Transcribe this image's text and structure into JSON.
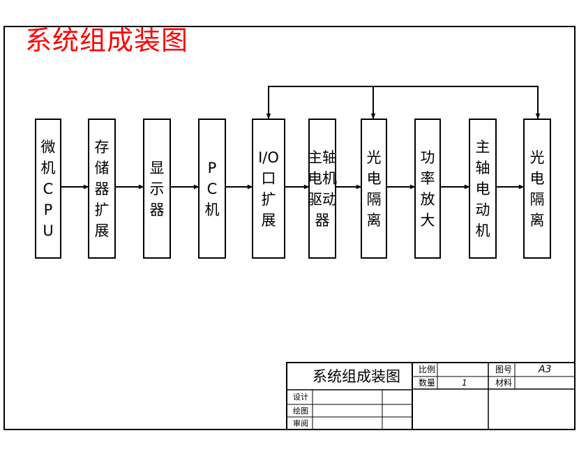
{
  "title": "系统组成装图",
  "blocks": [
    {
      "id": "cpu",
      "lines": [
        "微",
        "机",
        "C",
        "P",
        "U"
      ]
    },
    {
      "id": "storage",
      "lines": [
        "存",
        "储",
        "器",
        "扩",
        "展"
      ]
    },
    {
      "id": "display",
      "lines": [
        "显",
        "示",
        "器"
      ]
    },
    {
      "id": "pc",
      "lines": [
        "P",
        "C",
        "机"
      ]
    },
    {
      "id": "io",
      "lines": [
        "I/O",
        "口",
        "扩",
        "展"
      ]
    },
    {
      "id": "spindle_driver",
      "lines": [
        "主轴",
        "电机",
        "驱动",
        "器"
      ]
    },
    {
      "id": "optical1",
      "lines": [
        "光",
        "电",
        "隔",
        "离"
      ]
    },
    {
      "id": "power_amp",
      "lines": [
        "功",
        "率",
        "放",
        "大"
      ]
    },
    {
      "id": "spindle_motor",
      "lines": [
        "主",
        "轴",
        "电",
        "动",
        "机"
      ]
    },
    {
      "id": "optical2",
      "lines": [
        "光",
        "电",
        "隔",
        "离"
      ]
    }
  ],
  "title_block": {
    "drawing_title": "系统组成装图",
    "scale_label": "比例",
    "quantity_label": "数量",
    "quantity_value": "1",
    "drawing_no_label": "图号",
    "drawing_no_value": "A3",
    "material_label": "材料",
    "design_label": "设计",
    "drafting_label": "绘图",
    "review_label": "审阅"
  }
}
